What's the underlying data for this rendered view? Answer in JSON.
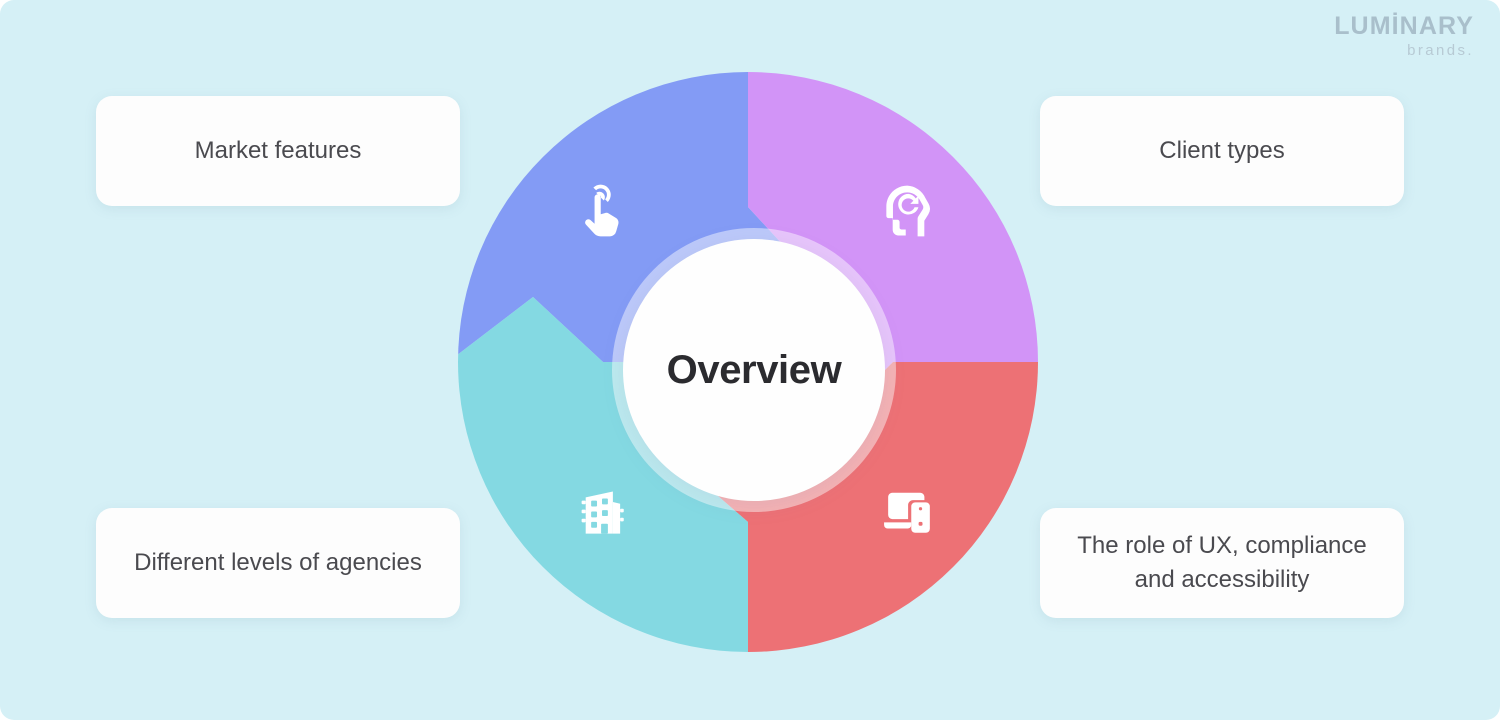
{
  "theme": {
    "background": "#D5F0F6",
    "quadrant_blue": "#839BF5",
    "quadrant_purple": "#D294F7",
    "quadrant_red": "#ED7175",
    "quadrant_teal": "#84D9E2",
    "card_background": "#FDFDFD",
    "text_dark": "#2B2B2F",
    "text_body": "#4A4A4F",
    "logo_color": "#A9BFCB"
  },
  "logo": {
    "main": "LUMİNARY",
    "sub": "brands."
  },
  "hub": {
    "label": "Overview"
  },
  "cards": [
    {
      "id": "top-left",
      "label": "Market features"
    },
    {
      "id": "top-right",
      "label": "Client types"
    },
    {
      "id": "bottom-left",
      "label": "Different levels of agencies"
    },
    {
      "id": "bottom-right",
      "label": "The role of UX, compliance and accessibility"
    }
  ],
  "quadrants": [
    {
      "id": "top-left",
      "color": "#839BF5",
      "icon": "tap-hand-icon",
      "card": "Market features"
    },
    {
      "id": "top-right",
      "color": "#D294F7",
      "icon": "head-refresh-icon",
      "card": "Client types"
    },
    {
      "id": "bottom-right",
      "color": "#ED7175",
      "icon": "devices-icon",
      "card": "The role of UX, compliance and accessibility"
    },
    {
      "id": "bottom-left",
      "color": "#84D9E2",
      "icon": "building-icon",
      "card": "Different levels of agencies"
    }
  ]
}
